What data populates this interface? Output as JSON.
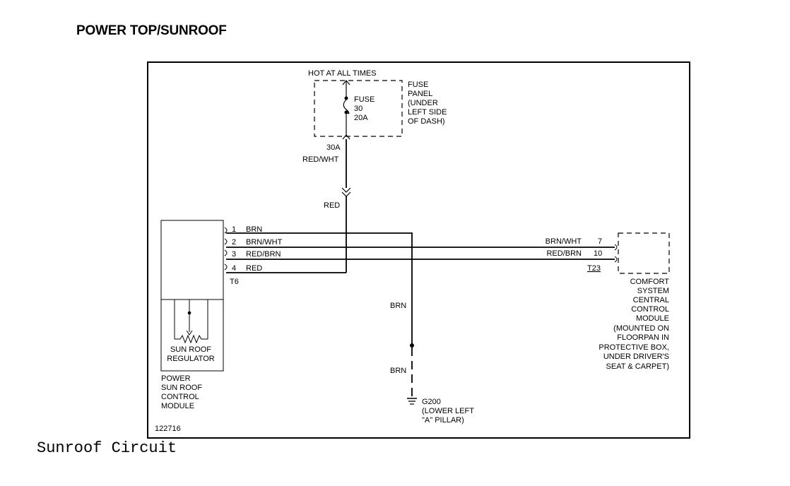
{
  "title": "POWER TOP/SUNROOF",
  "caption": "Sunroof Circuit",
  "diagram_id": "122716",
  "fuse_panel": {
    "hot_label": "HOT AT ALL TIMES",
    "fuse_lines": [
      "FUSE",
      "30",
      "20A"
    ],
    "location_lines": [
      "FUSE",
      "PANEL",
      "(UNDER",
      "LEFT SIDE",
      "OF DASH)"
    ],
    "output_terminal": "30A"
  },
  "wires": {
    "fuse_out": "RED/WHT",
    "feed": "RED",
    "ground_upper": "BRN",
    "ground_lower": "BRN"
  },
  "control_module": {
    "connector": "T6",
    "pins": [
      {
        "num": "1",
        "color": "BRN"
      },
      {
        "num": "2",
        "color": "BRN/WHT"
      },
      {
        "num": "3",
        "color": "RED/BRN"
      },
      {
        "num": "4",
        "color": "RED"
      }
    ],
    "regulator_lines": [
      "SUN ROOF",
      "REGULATOR"
    ],
    "name_lines": [
      "POWER",
      "SUN ROOF",
      "CONTROL",
      "MODULE"
    ]
  },
  "comfort_module": {
    "connector": "T23",
    "pins": [
      {
        "color": "BRN/WHT",
        "num": "7"
      },
      {
        "color": "RED/BRN",
        "num": "10"
      }
    ],
    "name_lines": [
      "COMFORT",
      "SYSTEM",
      "CENTRAL",
      "CONTROL",
      "MODULE",
      "(MOUNTED ON",
      "FLOORPAN IN",
      "PROTECTIVE BOX,",
      "UNDER DRIVER'S",
      "SEAT & CARPET)"
    ]
  },
  "ground": {
    "id": "G200",
    "location_lines": [
      "(LOWER LEFT",
      "\"A\" PILLAR)"
    ]
  }
}
